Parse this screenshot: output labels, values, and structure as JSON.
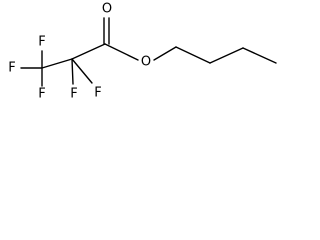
{
  "structure": {
    "atoms": {
      "f_left": "F",
      "f_top": "F",
      "f_bottom_left": "F",
      "f_bottom_a": "F",
      "f_bottom_b": "F",
      "o_carbonyl": "O",
      "o_ester": "O"
    },
    "colors": {
      "bond": "#000000",
      "text": "#000000",
      "background": "#ffffff"
    }
  }
}
